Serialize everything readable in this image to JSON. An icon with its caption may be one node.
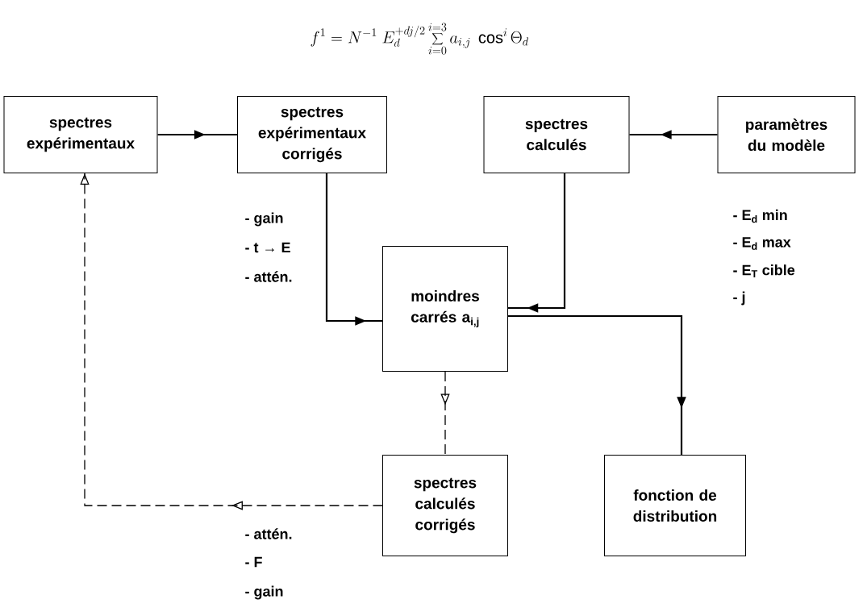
{
  "diagram": {
    "title": "f^1 = N^{-1}\\ E_d^{+dj/2} \\sum_{i=0}^{i=3} a_{i,j}\\ \\cos^i \\Theta_d",
    "nodes": [
      {
        "text": [
          "spectres expérimentaux"
        ]
      },
      {
        "text": [
          "spectres expérimentaux corrigés"
        ]
      },
      {
        "text": [
          "spectres calculés"
        ]
      },
      {
        "text": [
          "paramètres du modèle"
        ]
      },
      {
        "text": [
          "moindres carrés a$_{i,j}$"
        ]
      },
      {
        "text": [
          "spectres calculés corrigés"
        ]
      },
      {
        "text": [
          "fonction de distribution"
        ]
      }
    ],
    "edges": [
      {
        "from": 0,
        "to": 1,
        "arrow": "to"
      },
      {
        "from": 3,
        "to": 2,
        "arrow": "to"
      },
      {
        "from": 1,
        "to": 4,
        "arrow": "to"
      },
      {
        "from": 2,
        "to": 4,
        "arrow": "to"
      },
      {
        "from": 4,
        "to": 6,
        "arrow": "to"
      },
      {
        "from": 4,
        "to": 5,
        "arrow": "to",
        "style": "dashed"
      },
      {
        "from": 5,
        "to": 0,
        "arrow": "to",
        "style": "dashed"
      }
    ],
    "labels": [
      "- gain",
      "- t → E",
      "- attén.",
      "- E$_{d}$ min",
      "- E$_{d}$ max",
      "- E$_{T}$ cible",
      "- j",
      "- attén.",
      "- F",
      "- gain"
    ]
  }
}
